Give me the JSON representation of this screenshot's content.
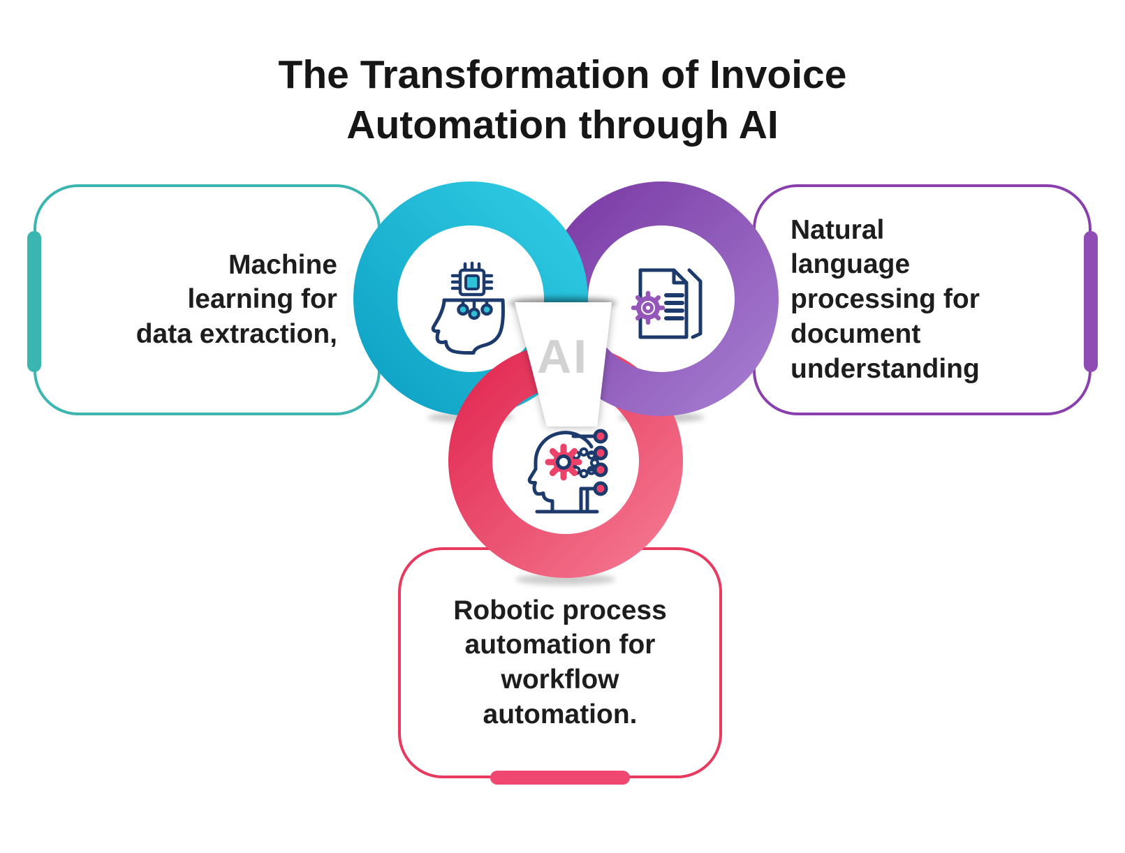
{
  "title": "The Transformation of Invoice\nAutomation through AI",
  "center": {
    "label": "AI"
  },
  "cards": {
    "machine_learning": {
      "text": "Machine\nlearning for\ndata extraction,",
      "accent_color": "#3AB5B0",
      "icon": "head-chip-icon"
    },
    "nlp": {
      "text": "Natural\nlanguage\nprocessing for\ndocument\nunderstanding",
      "accent_color": "#8A3FAE",
      "icon": "document-gear-icon"
    },
    "rpa": {
      "text": "Robotic process\nautomation for\nworkflow\nautomation.",
      "accent_color": "#E8395E",
      "icon": "head-gear-circuit-icon"
    }
  },
  "colors": {
    "ring_teal_dark": "#0FA2C5",
    "ring_teal_light": "#2FCAE3",
    "ring_purple_dark": "#7C3CA6",
    "ring_purple_light": "#A47BCF",
    "ring_pink_dark": "#E22A52",
    "ring_pink_light": "#F4768F",
    "icon_navy": "#1C3A6B",
    "icon_teal": "#2EC1D8",
    "icon_purple": "#9456B8",
    "icon_pink": "#EC4168",
    "ai_label_gray": "#D2D2D2",
    "title_color": "#161616",
    "body_text_color": "#1d1d1d"
  }
}
